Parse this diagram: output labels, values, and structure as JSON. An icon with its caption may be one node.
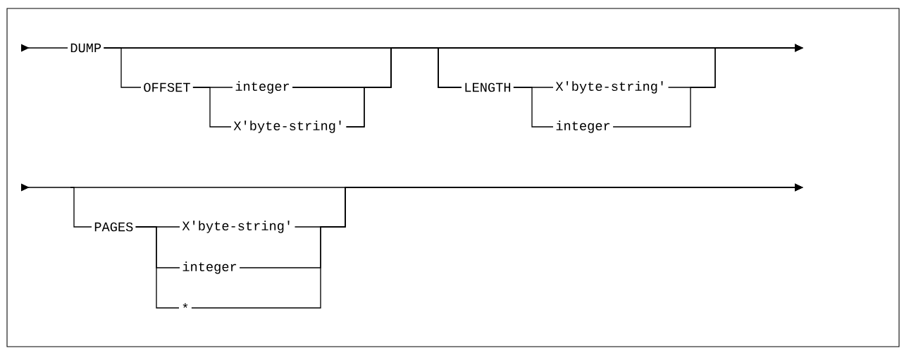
{
  "diagram": {
    "nodes": [
      {
        "text": [
          "DUMP"
        ]
      },
      {
        "text": [
          "OFFSET"
        ]
      },
      {
        "text": [
          "integer"
        ]
      },
      {
        "text": [
          "X'byte-string'"
        ]
      },
      {
        "text": [
          "LENGTH"
        ]
      },
      {
        "text": [
          "X'byte-string'"
        ]
      },
      {
        "text": [
          "integer"
        ]
      },
      {
        "text": [
          "PAGES"
        ]
      },
      {
        "text": [
          "X'byte-string'"
        ]
      },
      {
        "text": [
          "integer"
        ]
      },
      {
        "text": [
          "*"
        ]
      }
    ],
    "edges": [
      {
        "from": null,
        "to": 0,
        "arrow": "to"
      },
      {
        "from": 0,
        "to": 1,
        "arrow": "none"
      },
      {
        "from": 1,
        "to": 2,
        "arrow": "none"
      },
      {
        "from": 1,
        "to": 3,
        "arrow": "none"
      },
      {
        "from": 2,
        "to": 4,
        "arrow": "none"
      },
      {
        "from": 3,
        "to": 4,
        "arrow": "none"
      },
      {
        "from": 0,
        "to": 4,
        "arrow": "none"
      },
      {
        "from": 4,
        "to": 5,
        "arrow": "none"
      },
      {
        "from": 4,
        "to": 6,
        "arrow": "none"
      },
      {
        "from": 5,
        "to": null,
        "arrow": "to"
      },
      {
        "from": 6,
        "to": null,
        "arrow": "to"
      },
      {
        "from": 0,
        "to": null,
        "arrow": "to"
      },
      {
        "from": 2,
        "to": null,
        "arrow": "to"
      },
      {
        "from": 3,
        "to": null,
        "arrow": "to"
      },
      {
        "from": null,
        "to": 7,
        "arrow": "to"
      },
      {
        "from": 7,
        "to": 8,
        "arrow": "none"
      },
      {
        "from": 7,
        "to": 9,
        "arrow": "none"
      },
      {
        "from": 7,
        "to": 10,
        "arrow": "none"
      },
      {
        "from": 8,
        "to": null,
        "arrow": "to"
      },
      {
        "from": 9,
        "to": null,
        "arrow": "to"
      },
      {
        "from": 10,
        "to": null,
        "arrow": "to"
      }
    ]
  }
}
